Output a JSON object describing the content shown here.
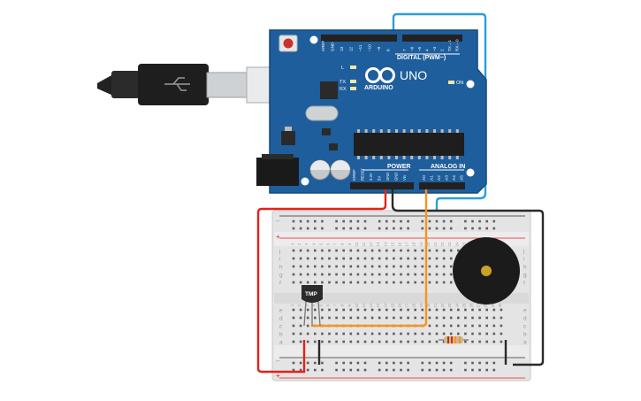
{
  "board": {
    "brand": "ARDUINO",
    "model": "UNO",
    "header_digital": "DIGITAL (PWM~)",
    "header_power": "POWER",
    "header_analog": "ANALOG IN",
    "led_l": "L",
    "led_tx": "TX",
    "led_rx": "RX",
    "led_on": "ON",
    "digital_pins": [
      "AREF",
      "GND",
      "13",
      "12",
      "~11",
      "~10",
      "~9",
      "8",
      "7",
      "~6",
      "~5",
      "4",
      "~3",
      "2",
      "TX→1",
      "RX←0"
    ],
    "power_pins": [
      "IOREF",
      "RESET",
      "3.3V",
      "5V",
      "GND",
      "GND",
      "Vin"
    ],
    "analog_pins": [
      "A0",
      "A1",
      "A2",
      "A3",
      "A4",
      "A5"
    ]
  },
  "breadboard": {
    "row_letters_top": [
      "j",
      "i",
      "h",
      "g",
      "f"
    ],
    "row_letters_bottom": [
      "e",
      "d",
      "c",
      "b",
      "a"
    ],
    "plus": "+",
    "minus": "–",
    "column_numbers": [
      "1",
      "2",
      "3",
      "4",
      "5",
      "6",
      "7",
      "8",
      "9",
      "10",
      "11",
      "12",
      "13",
      "14",
      "15",
      "16",
      "17",
      "18",
      "19",
      "20",
      "21",
      "22",
      "23",
      "24",
      "25",
      "26",
      "27",
      "28",
      "29",
      "30"
    ]
  },
  "components": {
    "sensor_label": "TMP"
  },
  "colors": {
    "board": "#1f5e9c",
    "breadboard": "#e3e3e3",
    "wire_red": "#e2231a",
    "wire_black": "#2a2a2a",
    "wire_orange": "#f7941d",
    "wire_blue": "#2a9fd6"
  }
}
